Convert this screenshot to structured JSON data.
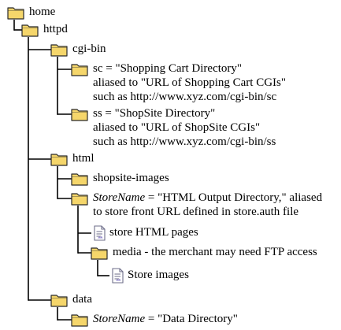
{
  "diagram": {
    "nodes": [
      {
        "id": "home",
        "type": "folder",
        "lines": [
          [
            "home"
          ]
        ]
      },
      {
        "id": "httpd",
        "type": "folder",
        "lines": [
          [
            "httpd"
          ]
        ]
      },
      {
        "id": "cgi-bin",
        "type": "folder",
        "lines": [
          [
            "cgi-bin"
          ]
        ]
      },
      {
        "id": "sc",
        "type": "folder",
        "lines": [
          [
            "sc = \"Shopping Cart Directory\""
          ],
          [
            "aliased to \"URL of Shopping Cart CGIs\""
          ],
          [
            "such as http://www.xyz.com/cgi-bin/sc"
          ]
        ]
      },
      {
        "id": "ss",
        "type": "folder",
        "lines": [
          [
            "ss = \"ShopSite Directory\""
          ],
          [
            "aliased to \"URL of ShopSite CGIs\""
          ],
          [
            "such as http://www.xyz.com/cgi-bin/ss"
          ]
        ]
      },
      {
        "id": "html",
        "type": "folder",
        "lines": [
          [
            "html"
          ]
        ]
      },
      {
        "id": "shopsite-images",
        "type": "folder",
        "lines": [
          [
            "shopsite-images"
          ]
        ]
      },
      {
        "id": "storename-html",
        "type": "folder",
        "lines": [
          [
            {
              "i": "StoreName"
            },
            " = \"HTML Output Directory,\" aliased"
          ],
          [
            "to store front URL defined in store.auth file"
          ]
        ]
      },
      {
        "id": "store-html-pages",
        "type": "file",
        "lines": [
          [
            "store HTML pages"
          ]
        ]
      },
      {
        "id": "media",
        "type": "folder",
        "lines": [
          [
            "media - the merchant may need FTP access"
          ]
        ]
      },
      {
        "id": "store-images",
        "type": "file",
        "lines": [
          [
            "Store images"
          ]
        ]
      },
      {
        "id": "data",
        "type": "folder",
        "lines": [
          [
            "data"
          ]
        ]
      },
      {
        "id": "storename-data",
        "type": "folder",
        "lines": [
          [
            {
              "i": "StoreName"
            },
            " = \"Data Directory\""
          ]
        ]
      }
    ],
    "edges": [
      [
        "home",
        "httpd"
      ],
      [
        "httpd",
        "cgi-bin"
      ],
      [
        "cgi-bin",
        "sc"
      ],
      [
        "cgi-bin",
        "ss"
      ],
      [
        "httpd",
        "html"
      ],
      [
        "html",
        "shopsite-images"
      ],
      [
        "html",
        "storename-html"
      ],
      [
        "storename-html",
        "store-html-pages"
      ],
      [
        "storename-html",
        "media"
      ],
      [
        "media",
        "store-images"
      ],
      [
        "httpd",
        "data"
      ],
      [
        "data",
        "storename-data"
      ]
    ],
    "colors": {
      "folder_fill": "#F5D66B",
      "folder_stroke": "#2A2A2A",
      "file_fill": "#FFFFFF",
      "file_stroke": "#6E6E8A",
      "connector": "#000000",
      "text": "#000000"
    }
  }
}
